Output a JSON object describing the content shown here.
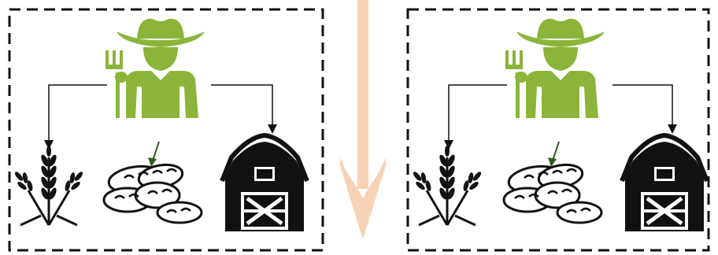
{
  "colors": {
    "background": "#ffffff",
    "frame": "#111111",
    "farmer": "#8cb43a",
    "connector": "#111111",
    "icon_black": "#111111",
    "small_arrow": "#2f5a1f",
    "down_arrow": "#f8d2b5"
  },
  "panels": [
    {
      "id": "left",
      "icons": [
        "farmer-icon",
        "wheat-icon",
        "bread-icon",
        "barn-icon"
      ]
    },
    {
      "id": "right",
      "icons": [
        "farmer-icon",
        "wheat-icon",
        "bread-icon",
        "barn-icon"
      ]
    }
  ],
  "center_arrow": {
    "direction": "down"
  }
}
